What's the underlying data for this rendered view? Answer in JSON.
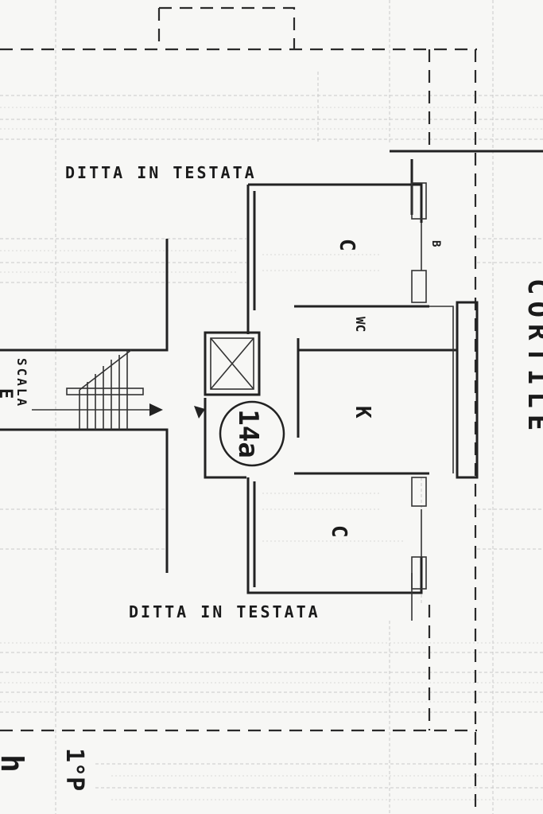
{
  "labels": {
    "ditta_top": "DITTA IN TESTATA",
    "ditta_bottom": "DITTA IN TESTATA",
    "cortile": "CORTILE",
    "scala_word": "SCALA",
    "scala_letter": "E",
    "unit_number": "14a",
    "room_c_top": "C",
    "room_wc": "WC",
    "room_k": "K",
    "room_c_bottom": "C",
    "room_b": "B",
    "floor_note": "1°P",
    "corner_letter": "h"
  },
  "colors": {
    "ink": "#1a1a1a",
    "paper": "#f7f7f5",
    "grid": "#c9c9c9"
  }
}
